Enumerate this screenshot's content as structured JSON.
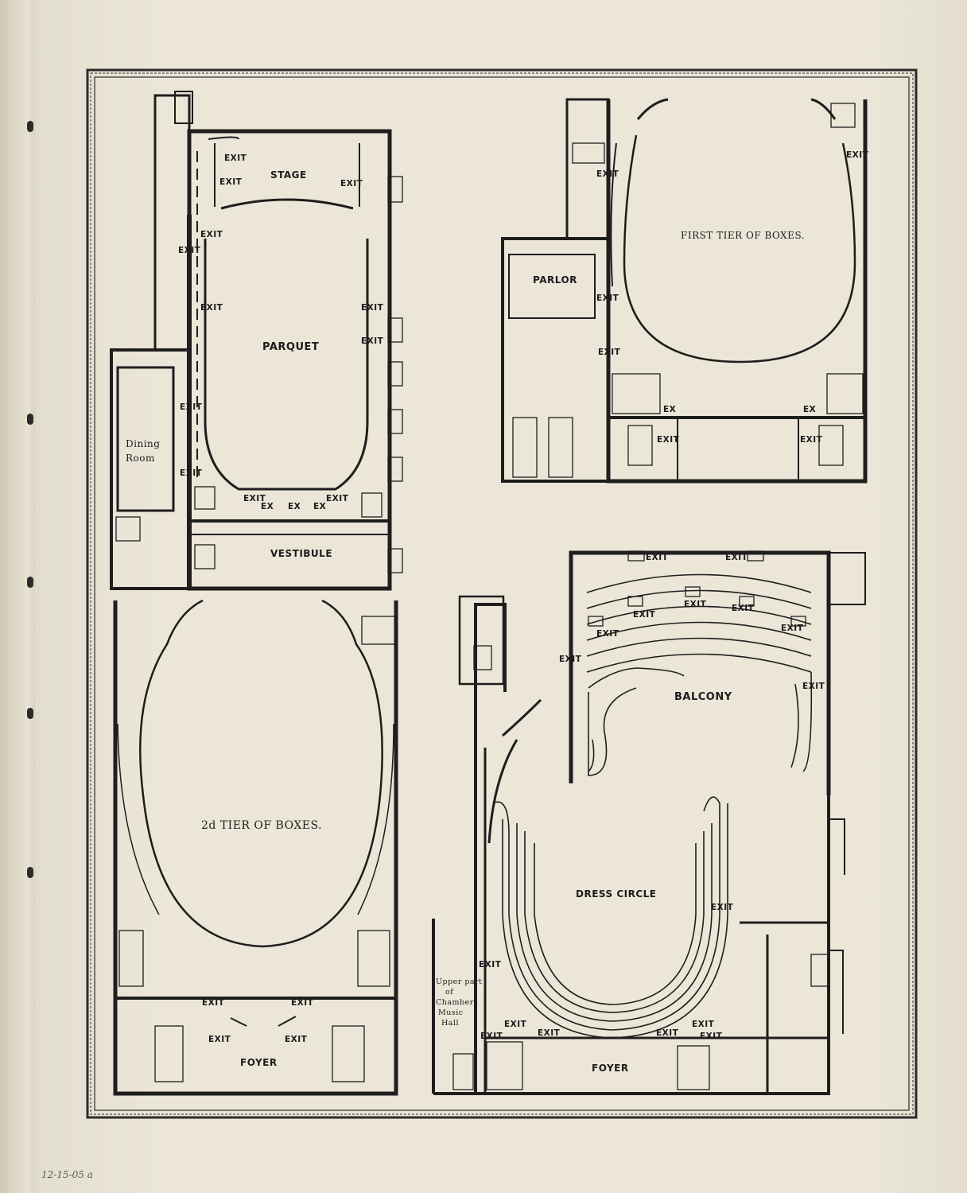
{
  "plans": {
    "ground": {
      "stage": "STAGE",
      "parquet": "PARQUET",
      "vestibule": "VESTIBULE",
      "dining_room": [
        "Dining",
        "Room"
      ],
      "exit": "EXIT",
      "ex": "EX"
    },
    "first_tier": {
      "title": "FIRST TIER OF BOXES.",
      "parlor": "PARLOR",
      "exit": "EXIT",
      "ex": "EX"
    },
    "second_tier": {
      "title": "2d TIER OF BOXES.",
      "foyer": "FOYER",
      "exit": "EXIT"
    },
    "balcony": {
      "title": "BALCONY",
      "exit": "EXIT"
    },
    "dress_circle": {
      "title": "DRESS CIRCLE",
      "foyer": "FOYER",
      "exit": "EXIT",
      "chamber_note": [
        "Upper part",
        "of",
        "Chamber",
        "Music",
        "Hall"
      ]
    }
  },
  "pencil_note": "12-15-05 a"
}
